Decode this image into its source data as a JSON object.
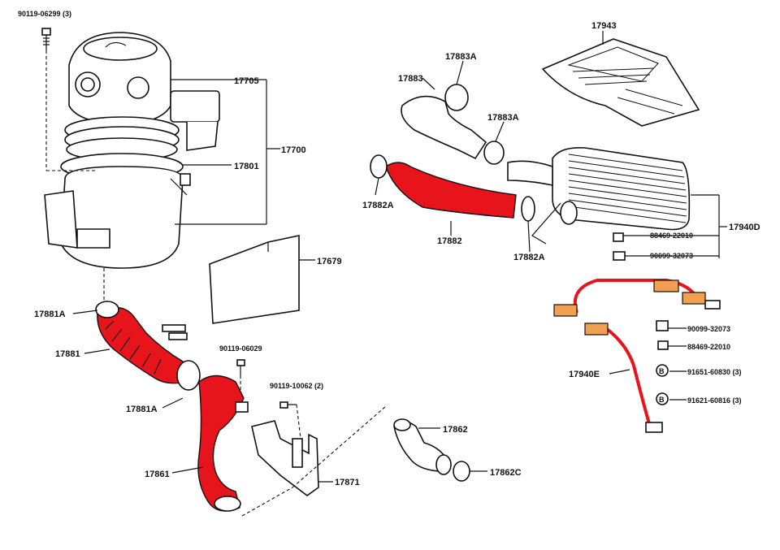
{
  "colors": {
    "highlight": "#e8141c",
    "accent": "#f0a050",
    "ink": "#111111"
  },
  "labels": {
    "bolt_top": "90119-06299 (3)",
    "p17705": "17705",
    "p17700": "17700",
    "p17801": "17801",
    "p17679": "17679",
    "p17881A_top": "17881A",
    "p17881": "17881",
    "p17881A_bot": "17881A",
    "p17861": "17861",
    "bolt_mid": "90119-06029",
    "bolt_low": "90119-10062 (2)",
    "p17871": "17871",
    "p17862": "17862",
    "p17862C": "17862C",
    "p17883": "17883",
    "p17883A_top": "17883A",
    "p17883A_mid": "17883A",
    "p17882A_left": "17882A",
    "p17882": "17882",
    "p17882A_right": "17882A",
    "p17943": "17943",
    "p17940D": "17940D",
    "r88469a": "88469-22010",
    "r90099a": "90099-32073",
    "r90099b": "90099-32073",
    "r88469b": "88469-22010",
    "p17940E": "17940E",
    "b91651": "91651-60830 (3)",
    "b91621": "91621-60816 (3)",
    "b_mark1": "B",
    "b_mark2": "B"
  }
}
